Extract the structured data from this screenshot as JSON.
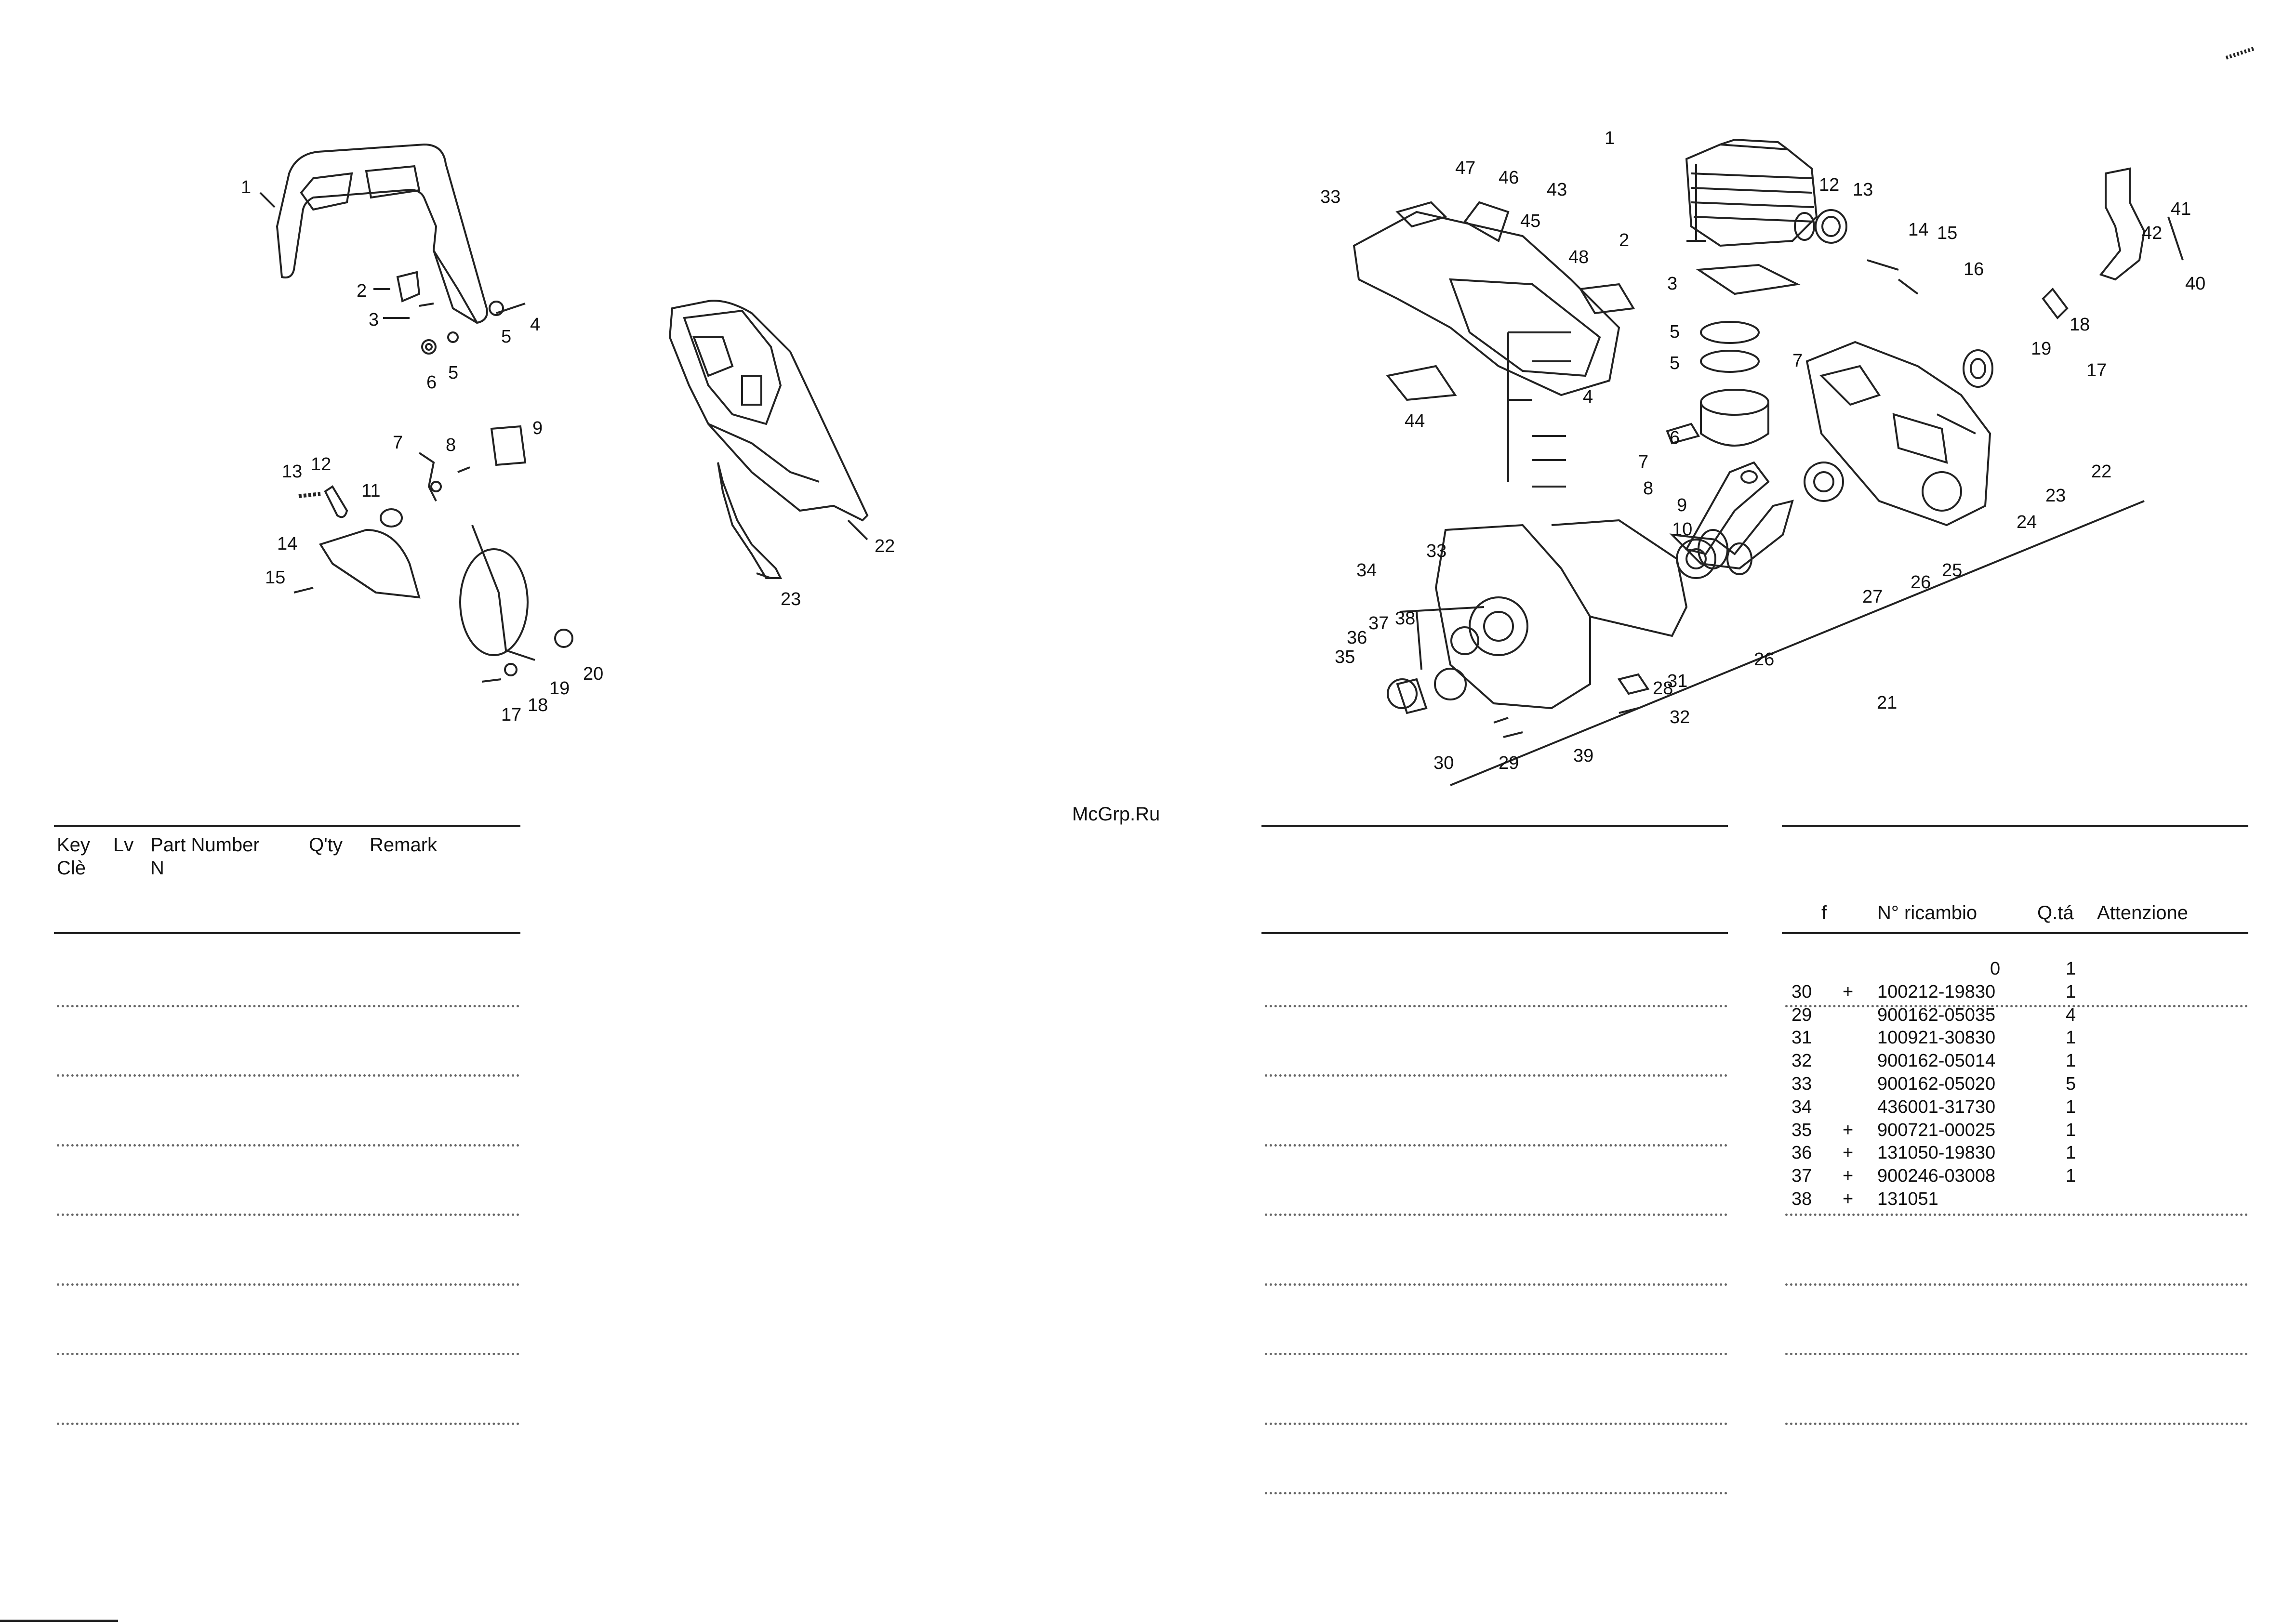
{
  "watermark": "McGrp.Ru",
  "left_diagram": {
    "callouts": [
      "1",
      "2",
      "3",
      "4",
      "5",
      "6",
      "5",
      "7",
      "8",
      "9",
      "13",
      "12",
      "11",
      "14",
      "15",
      "17",
      "18",
      "19",
      "20",
      "22",
      "23"
    ]
  },
  "right_diagram": {
    "callouts": [
      "1",
      "2",
      "3",
      "12",
      "13",
      "14",
      "15",
      "16",
      "33",
      "47",
      "46",
      "45",
      "43",
      "48",
      "44",
      "4",
      "5",
      "5",
      "6",
      "7",
      "8",
      "7",
      "9",
      "10",
      "41",
      "42",
      "40",
      "18",
      "19",
      "17",
      "22",
      "23",
      "24",
      "25",
      "26",
      "27",
      "21",
      "34",
      "33",
      "36",
      "37",
      "38",
      "35",
      "31",
      "32",
      "28",
      "26",
      "29",
      "39",
      "30"
    ]
  },
  "left_table": {
    "headers": {
      "key": "Key",
      "key2": "Clè",
      "lv": "Lv",
      "part_number": "Part Number",
      "part_number2": "N",
      "qty": "Q'ty",
      "remark": "Remark"
    }
  },
  "right_table": {
    "headers": {
      "f": "f",
      "part": "N° ricambio",
      "qty": "Q.tá",
      "note": "Attenzione"
    },
    "rows": [
      {
        "key": "",
        "lv": "",
        "part": "0",
        "qty": "1"
      },
      {
        "key": "30",
        "lv": "+",
        "part": "100212-19830",
        "qty": "1"
      },
      {
        "key": "29",
        "lv": "",
        "part": "900162-05035",
        "qty": "4"
      },
      {
        "key": "31",
        "lv": "",
        "part": "100921-30830",
        "qty": "1"
      },
      {
        "key": "32",
        "lv": "",
        "part": "900162-05014",
        "qty": "1"
      },
      {
        "key": "33",
        "lv": "",
        "part": "900162-05020",
        "qty": "5"
      },
      {
        "key": "34",
        "lv": "",
        "part": "436001-31730",
        "qty": "1"
      },
      {
        "key": "35",
        "lv": "+",
        "part": "900721-00025",
        "qty": "1"
      },
      {
        "key": "36",
        "lv": "+",
        "part": "131050-19830",
        "qty": "1"
      },
      {
        "key": "37",
        "lv": "+",
        "part": "900246-03008",
        "qty": "1"
      },
      {
        "key": "38",
        "lv": "+",
        "part": "131051",
        "qty": ""
      }
    ]
  }
}
